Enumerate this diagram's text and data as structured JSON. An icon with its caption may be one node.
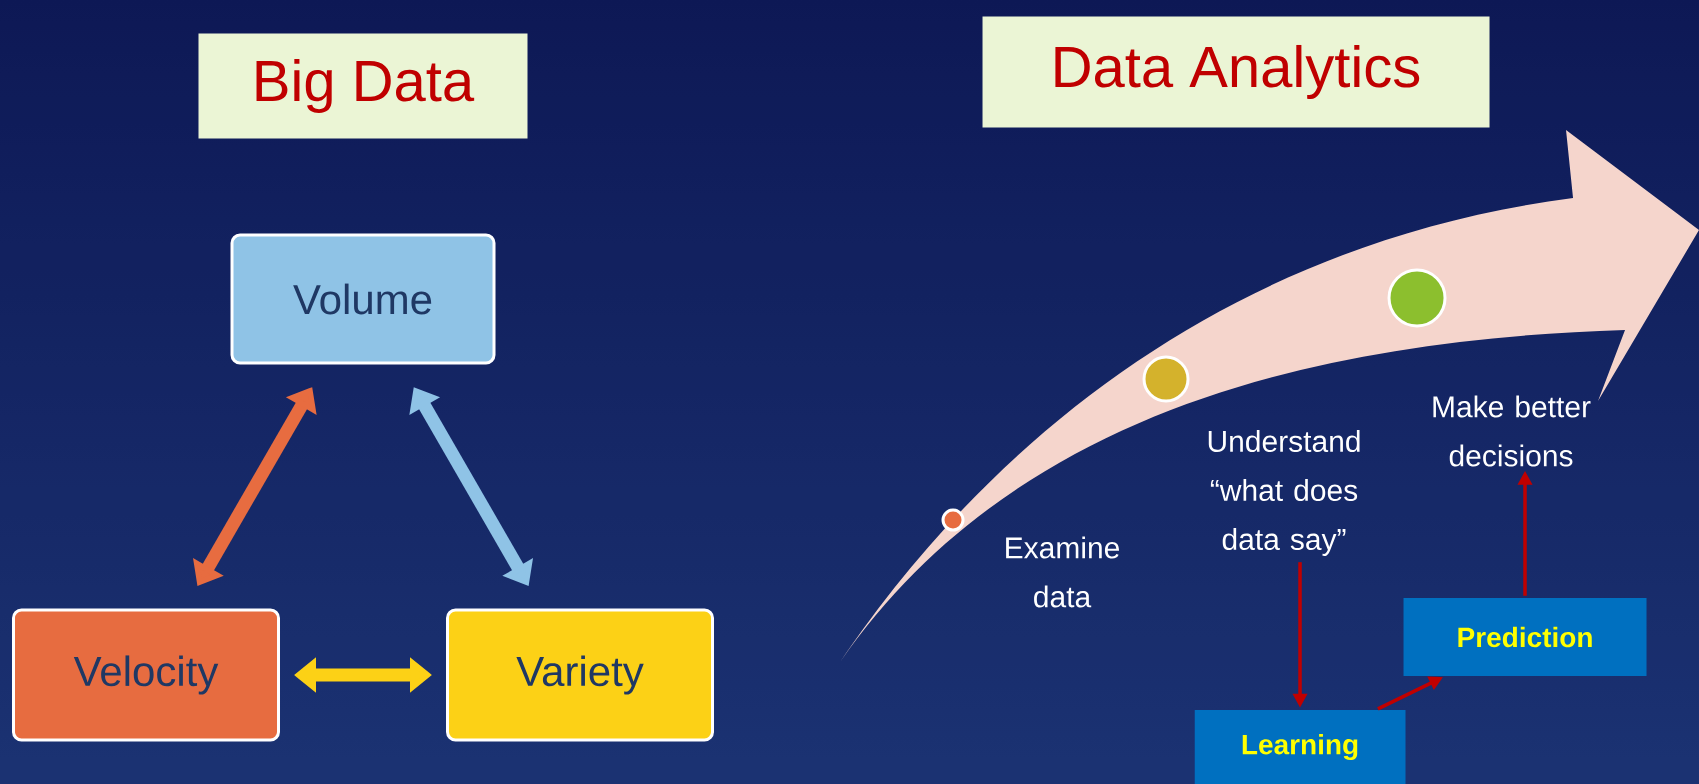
{
  "diagram": {
    "nodes": [
      {
        "text": [
          "Big Data"
        ]
      },
      {
        "text": [
          "Data Analytics"
        ]
      },
      {
        "text": [
          "Volume"
        ]
      },
      {
        "text": [
          "Velocity"
        ]
      },
      {
        "text": [
          "Variety"
        ]
      },
      {
        "text": [],
        "shape": "circle"
      },
      {
        "text": [],
        "shape": "circle"
      },
      {
        "text": [],
        "shape": "circle"
      },
      {
        "text": [
          "Examine data"
        ]
      },
      {
        "text": [
          "Understand “what does data say”"
        ]
      },
      {
        "text": [
          "Make better decisions"
        ]
      },
      {
        "text": [
          "Learning"
        ]
      },
      {
        "text": [
          "Prediction"
        ]
      }
    ],
    "edges": [
      {
        "from": 3,
        "to": 2,
        "arrow": "both",
        "style": "thick",
        "color": "#e76c40"
      },
      {
        "from": 2,
        "to": 4,
        "arrow": "both",
        "style": "thick",
        "color": "#8fc3e6"
      },
      {
        "from": 3,
        "to": 4,
        "arrow": "both",
        "style": "thick",
        "color": "#fcd116"
      },
      {
        "from": 9,
        "to": 11,
        "arrow": "to",
        "color": "#c00000"
      },
      {
        "from": 11,
        "to": 12,
        "arrow": "to",
        "color": "#c00000"
      },
      {
        "from": 12,
        "to": 10,
        "arrow": "to",
        "color": "#c00000"
      }
    ]
  }
}
